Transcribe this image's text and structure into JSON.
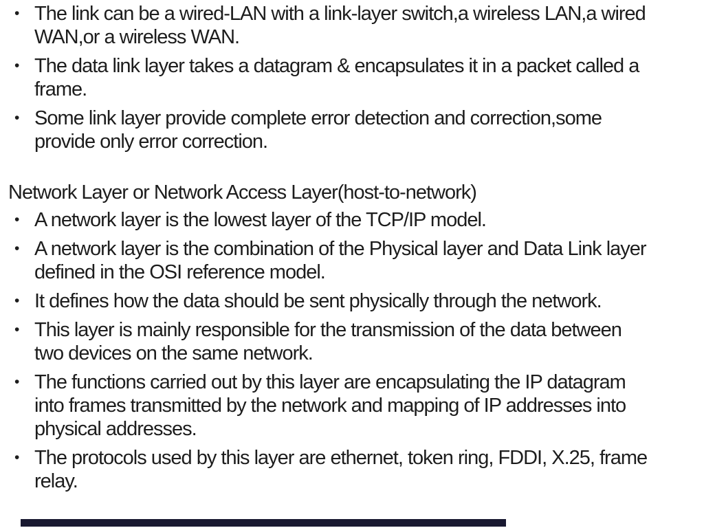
{
  "slide": {
    "background_color": "#ffffff",
    "text_color": "#1d1d1d",
    "bullet_glyph": "•",
    "footer_bar_color": "#191931",
    "sections": [
      {
        "type": "bullets",
        "items": [
          {
            "lines": [
              "The link can be a wired-LAN with a link-layer switch,a wireless LAN,a wired",
              "WAN,or a wireless WAN."
            ]
          },
          {
            "lines": [
              "The data link layer takes a datagram & encapsulates it in a packet called a",
              "frame."
            ]
          },
          {
            "lines": [
              "Some link layer provide complete error detection and correction,some",
              "provide only error correction."
            ]
          }
        ]
      },
      {
        "type": "heading",
        "text": "Network Layer or Network Access Layer(host-to-network)"
      },
      {
        "type": "bullets",
        "items": [
          {
            "lines": [
              "A network layer is the lowest layer of the TCP/IP model."
            ]
          },
          {
            "lines": [
              "A network layer is the combination of the Physical layer and Data Link layer",
              "defined in the OSI reference model."
            ]
          },
          {
            "lines": [
              "It defines how the data should be sent physically through the network."
            ]
          },
          {
            "lines": [
              "This layer is mainly responsible for the transmission of the data between",
              "two devices on the same network."
            ]
          },
          {
            "lines": [
              "The functions carried out by this layer are encapsulating the IP datagram",
              "into frames transmitted by the network and mapping of IP addresses into",
              "physical addresses."
            ]
          },
          {
            "lines": [
              "The protocols used by this layer are ethernet, token ring, FDDI, X.25, frame",
              "relay."
            ]
          }
        ]
      }
    ]
  }
}
